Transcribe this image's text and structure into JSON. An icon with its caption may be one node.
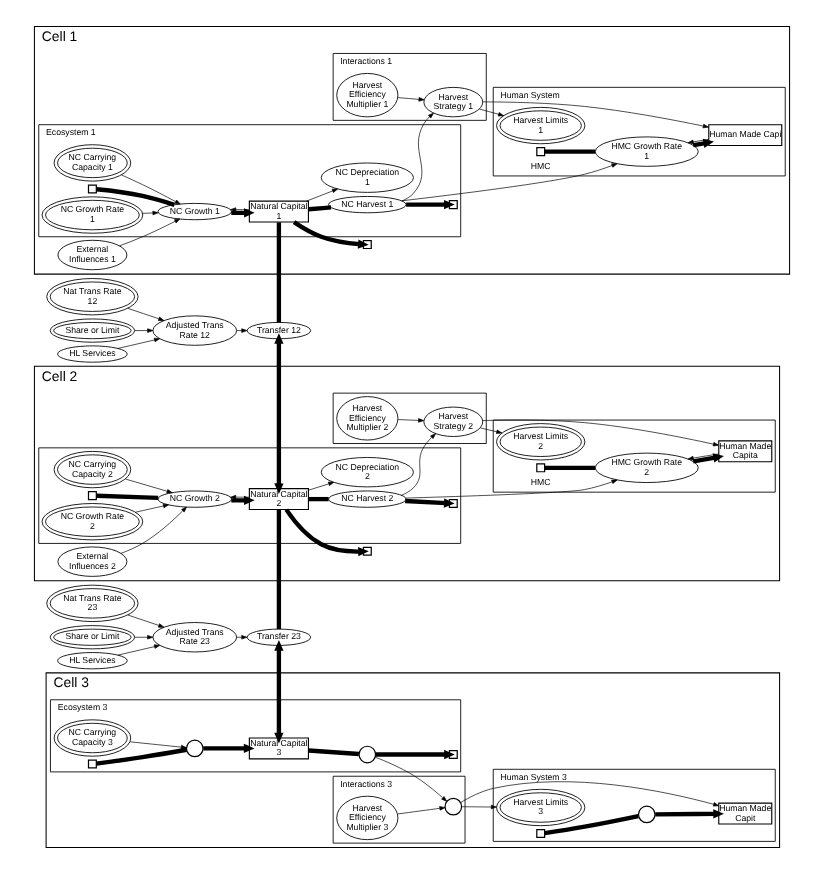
{
  "diagram": {
    "nodes": [
      {
        "text": [
          "Cell 1"
        ]
      },
      {
        "text": [
          "Ecosystem 1"
        ],
        "in": 0
      },
      {
        "text": [
          "NC Carrying Capacity 1"
        ],
        "in": 1
      },
      {
        "text": [],
        "shape": "box",
        "in": 1
      },
      {
        "text": [
          "NC Growth 1"
        ],
        "in": 1
      },
      {
        "text": [
          "Natural Capital 1"
        ],
        "in": 1
      },
      {
        "text": [
          "NC Harvest 1"
        ],
        "in": 1
      },
      {
        "text": [],
        "shape": "box",
        "in": 1
      },
      {
        "text": [
          "NC Growth Rate 1"
        ],
        "in": 1
      },
      {
        "text": [
          "NC Depreciation 1"
        ],
        "in": 1
      },
      {
        "text": [],
        "shape": "box",
        "in": 0
      },
      {
        "text": [
          "External Influences 1"
        ],
        "in": 0
      },
      {
        "text": [
          "Interactions 1"
        ],
        "in": 0
      },
      {
        "text": [
          "Harvest Efficiency Multiplier 1"
        ],
        "in": 12
      },
      {
        "text": [
          "Harvest Strategy 1"
        ],
        "in": 12
      },
      {
        "text": [
          "Human System"
        ],
        "in": 0
      },
      {
        "text": [
          "Harvest Limits 1"
        ],
        "in": 15
      },
      {
        "text": [
          "Human Made Capi"
        ],
        "in": 15
      },
      {
        "text": [],
        "shape": "box",
        "in": 15
      },
      {
        "text": [
          "HMC Growth Rate 1"
        ],
        "in": 15
      },
      {
        "text": [
          "HMC"
        ],
        "in": 15
      },
      {
        "text": [
          "HL Services"
        ]
      },
      {
        "text": [
          "Share or Limit"
        ]
      },
      {
        "text": [
          "Transfer 12"
        ]
      },
      {
        "text": [
          "Adjusted Trans Rate 12"
        ]
      },
      {
        "text": [
          "Nat Trans Rate 12"
        ]
      },
      {
        "text": [
          "Cell 2"
        ]
      },
      {
        "text": [],
        "shape": "box",
        "in": 26
      },
      {
        "text": [
          "NC Carrying Capacity 2"
        ],
        "in": 27
      },
      {
        "text": [],
        "shape": "box",
        "in": 27
      },
      {
        "text": [
          "NC Growth 2"
        ],
        "in": 27
      },
      {
        "text": [
          "Natural Capital 2"
        ],
        "in": 27
      },
      {
        "text": [
          "NC Harvest 2"
        ],
        "in": 27
      },
      {
        "text": [],
        "shape": "box",
        "in": 27
      },
      {
        "text": [
          "NC Growth Rate 2"
        ],
        "in": 27
      },
      {
        "text": [
          "NC Depreciation 2"
        ],
        "in": 27
      },
      {
        "text": [],
        "shape": "box",
        "in": 26
      },
      {
        "text": [
          "External Influences 2"
        ],
        "in": 26
      },
      {
        "text": [],
        "shape": "box",
        "in": 26
      },
      {
        "text": [
          "Harvest Efficiency Multiplier 2"
        ],
        "in": 38
      },
      {
        "text": [
          "Harvest Strategy 2"
        ],
        "in": 38
      },
      {
        "text": [],
        "shape": "box",
        "in": 26
      },
      {
        "text": [
          "Harvest Limits 2"
        ],
        "in": 41
      },
      {
        "text": [
          "Human Made Capita"
        ],
        "in": 41
      },
      {
        "text": [],
        "shape": "box",
        "in": 41
      },
      {
        "text": [
          "HMC Growth Rate 2"
        ],
        "in": 41
      },
      {
        "text": [
          "HMC"
        ],
        "in": 41
      },
      {
        "text": [
          "HL Services"
        ]
      },
      {
        "text": [
          "Share or Limit"
        ]
      },
      {
        "text": [
          "Transfer 23"
        ]
      },
      {
        "text": [
          "Adjusted Trans Rate 23"
        ]
      },
      {
        "text": [
          "Nat Trans Rate 23"
        ]
      },
      {
        "text": [
          "Cell 3"
        ]
      },
      {
        "text": [
          "Ecosystem 3"
        ],
        "in": 52
      },
      {
        "text": [
          "NC Carrying Capacity 3"
        ],
        "in": 53
      },
      {
        "text": [
          "Natural Capital 3"
        ],
        "in": 53
      },
      {
        "text": [],
        "shape": "box",
        "in": 53
      },
      {
        "text": [],
        "shape": "circle",
        "in": 53
      },
      {
        "text": [],
        "shape": "circle",
        "in": 53
      },
      {
        "text": [],
        "shape": "box",
        "in": 53
      },
      {
        "text": [
          "Interactions 3"
        ],
        "in": 52
      },
      {
        "text": [
          "Harvest Efficiency Multiplier 3"
        ],
        "in": 60
      },
      {
        "text": [],
        "shape": "circle",
        "in": 60
      },
      {
        "text": [
          "Human System 3"
        ],
        "in": 52
      },
      {
        "text": [
          "Harvest Limits 3"
        ],
        "in": 63
      },
      {
        "text": [
          "Human Made Capit"
        ],
        "in": 63
      },
      {
        "text": [],
        "shape": "box",
        "in": 63
      },
      {
        "text": [],
        "shape": "circle",
        "in": 63
      }
    ],
    "edges": [
      {
        "from": 3,
        "to": 4,
        "arrow": "none",
        "style": "thick"
      },
      {
        "from": 4,
        "to": 5,
        "arrow": "to",
        "style": "thick"
      },
      {
        "from": 5,
        "to": 6,
        "arrow": "none",
        "style": "thick"
      },
      {
        "from": 6,
        "to": 7,
        "arrow": "to",
        "style": "thick"
      },
      {
        "from": 5,
        "to": 10,
        "arrow": "to",
        "style": "thick"
      },
      {
        "from": 2,
        "to": 4,
        "arrow": "to"
      },
      {
        "from": 8,
        "to": 4,
        "arrow": "to"
      },
      {
        "from": 11,
        "to": 4,
        "arrow": "to"
      },
      {
        "from": 5,
        "to": 4,
        "arrow": "to"
      },
      {
        "from": 5,
        "to": 9,
        "arrow": "to"
      },
      {
        "from": 13,
        "to": 14,
        "arrow": "to"
      },
      {
        "from": 6,
        "to": 14,
        "arrow": "to"
      },
      {
        "from": 6,
        "to": 19,
        "arrow": "to"
      },
      {
        "from": 14,
        "to": 16,
        "arrow": "to"
      },
      {
        "from": 14,
        "to": 17,
        "arrow": "to"
      },
      {
        "from": 18,
        "to": 19,
        "arrow": "none",
        "style": "thick"
      },
      {
        "from": 19,
        "to": 17,
        "arrow": "to",
        "style": "thick"
      },
      {
        "from": 17,
        "to": 19,
        "arrow": "to"
      },
      {
        "from": 21,
        "to": 24,
        "arrow": "to"
      },
      {
        "from": 22,
        "to": 24,
        "arrow": "to"
      },
      {
        "from": 25,
        "to": 24,
        "arrow": "to"
      },
      {
        "from": 24,
        "to": 23,
        "arrow": "to"
      },
      {
        "from": 23,
        "to": 5,
        "arrow": "none",
        "style": "thick"
      },
      {
        "from": 31,
        "to": 23,
        "arrow": "both",
        "style": "thick"
      },
      {
        "from": 29,
        "to": 30,
        "arrow": "none",
        "style": "thick"
      },
      {
        "from": 30,
        "to": 31,
        "arrow": "to",
        "style": "thick"
      },
      {
        "from": 31,
        "to": 32,
        "arrow": "none",
        "style": "thick"
      },
      {
        "from": 32,
        "to": 33,
        "arrow": "to",
        "style": "thick"
      },
      {
        "from": 31,
        "to": 36,
        "arrow": "to",
        "style": "thick"
      },
      {
        "from": 28,
        "to": 30,
        "arrow": "to"
      },
      {
        "from": 34,
        "to": 30,
        "arrow": "to"
      },
      {
        "from": 37,
        "to": 30,
        "arrow": "to"
      },
      {
        "from": 31,
        "to": 30,
        "arrow": "to"
      },
      {
        "from": 31,
        "to": 35,
        "arrow": "to"
      },
      {
        "from": 39,
        "to": 40,
        "arrow": "to"
      },
      {
        "from": 32,
        "to": 40,
        "arrow": "to"
      },
      {
        "from": 32,
        "to": 45,
        "arrow": "to"
      },
      {
        "from": 40,
        "to": 42,
        "arrow": "to"
      },
      {
        "from": 40,
        "to": 43,
        "arrow": "to"
      },
      {
        "from": 44,
        "to": 45,
        "arrow": "none",
        "style": "thick"
      },
      {
        "from": 45,
        "to": 43,
        "arrow": "to",
        "style": "thick"
      },
      {
        "from": 43,
        "to": 45,
        "arrow": "to"
      },
      {
        "from": 47,
        "to": 50,
        "arrow": "to"
      },
      {
        "from": 48,
        "to": 50,
        "arrow": "to"
      },
      {
        "from": 51,
        "to": 50,
        "arrow": "to"
      },
      {
        "from": 50,
        "to": 49,
        "arrow": "to"
      },
      {
        "from": 49,
        "to": 31,
        "arrow": "none",
        "style": "thick"
      },
      {
        "from": 55,
        "to": 49,
        "arrow": "both",
        "style": "thick"
      },
      {
        "from": 56,
        "to": 57,
        "arrow": "none",
        "style": "thick"
      },
      {
        "from": 57,
        "to": 55,
        "arrow": "to",
        "style": "thick"
      },
      {
        "from": 55,
        "to": 58,
        "arrow": "none",
        "style": "thick"
      },
      {
        "from": 58,
        "to": 59,
        "arrow": "to",
        "style": "thick"
      },
      {
        "from": 54,
        "to": 57,
        "arrow": "to"
      },
      {
        "from": 61,
        "to": 62,
        "arrow": "to"
      },
      {
        "from": 58,
        "to": 62,
        "arrow": "to"
      },
      {
        "from": 62,
        "to": 64,
        "arrow": "to"
      },
      {
        "from": 62,
        "to": 65,
        "arrow": "to"
      },
      {
        "from": 66,
        "to": 67,
        "arrow": "none",
        "style": "thick"
      },
      {
        "from": 67,
        "to": 65,
        "arrow": "to",
        "style": "thick"
      }
    ]
  }
}
